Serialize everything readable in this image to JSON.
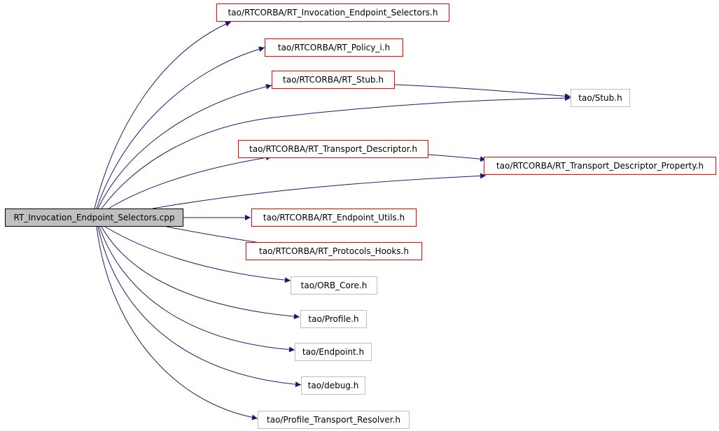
{
  "diagram": {
    "root": "RT_Invocation_Endpoint_Selectors.cpp",
    "nodes": [
      {
        "id": "root",
        "label": "RT_Invocation_Endpoint_Selectors.cpp",
        "kind": "root"
      },
      {
        "id": "rt_inv_sel_h",
        "label": "tao/RTCORBA/RT_Invocation_Endpoint_Selectors.h",
        "kind": "documented"
      },
      {
        "id": "rt_policy_i_h",
        "label": "tao/RTCORBA/RT_Policy_i.h",
        "kind": "documented"
      },
      {
        "id": "rt_stub_h",
        "label": "tao/RTCORBA/RT_Stub.h",
        "kind": "documented"
      },
      {
        "id": "stub_h",
        "label": "tao/Stub.h",
        "kind": "external"
      },
      {
        "id": "rt_td_h",
        "label": "tao/RTCORBA/RT_Transport_Descriptor.h",
        "kind": "documented"
      },
      {
        "id": "rt_tdp_h",
        "label": "tao/RTCORBA/RT_Transport_Descriptor_Property.h",
        "kind": "documented"
      },
      {
        "id": "rt_eu_h",
        "label": "tao/RTCORBA/RT_Endpoint_Utils.h",
        "kind": "documented"
      },
      {
        "id": "rt_ph_h",
        "label": "tao/RTCORBA/RT_Protocols_Hooks.h",
        "kind": "documented"
      },
      {
        "id": "orb_core_h",
        "label": "tao/ORB_Core.h",
        "kind": "external"
      },
      {
        "id": "profile_h",
        "label": "tao/Profile.h",
        "kind": "external"
      },
      {
        "id": "endpoint_h",
        "label": "tao/Endpoint.h",
        "kind": "external"
      },
      {
        "id": "debug_h",
        "label": "tao/debug.h",
        "kind": "external"
      },
      {
        "id": "ptr_h",
        "label": "tao/Profile_Transport_Resolver.h",
        "kind": "external"
      }
    ],
    "edges": [
      {
        "from": "root",
        "to": "rt_inv_sel_h"
      },
      {
        "from": "root",
        "to": "rt_policy_i_h"
      },
      {
        "from": "root",
        "to": "rt_stub_h"
      },
      {
        "from": "root",
        "to": "stub_h"
      },
      {
        "from": "rt_stub_h",
        "to": "stub_h"
      },
      {
        "from": "root",
        "to": "rt_td_h"
      },
      {
        "from": "root",
        "to": "rt_tdp_h"
      },
      {
        "from": "rt_td_h",
        "to": "rt_tdp_h"
      },
      {
        "from": "root",
        "to": "rt_eu_h"
      },
      {
        "from": "root",
        "to": "rt_ph_h"
      },
      {
        "from": "root",
        "to": "orb_core_h"
      },
      {
        "from": "root",
        "to": "profile_h"
      },
      {
        "from": "root",
        "to": "endpoint_h"
      },
      {
        "from": "root",
        "to": "debug_h"
      },
      {
        "from": "root",
        "to": "ptr_h"
      }
    ],
    "colors": {
      "edge": "#191970",
      "documented_border": "#ff0000",
      "external_border": "#bfbfbf",
      "root_fill": "#bfbfbf",
      "root_border": "#000000"
    }
  }
}
